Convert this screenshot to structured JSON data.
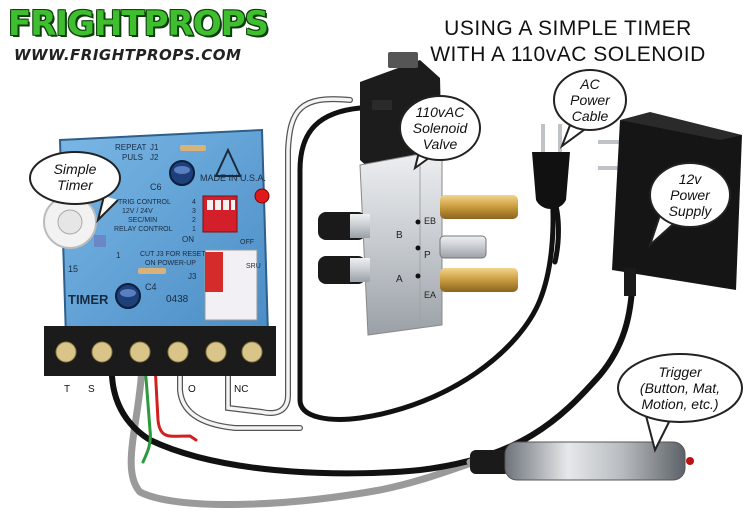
{
  "logo": {
    "brand": "FRIGHTPROPS",
    "url": "WWW.FRIGHTPROPS.COM"
  },
  "title": {
    "line1": "USING A SIMPLE TIMER",
    "line2": "WITH A 110vAC SOLENOID"
  },
  "callouts": {
    "timer": [
      "Simple",
      "Timer"
    ],
    "solenoid": [
      "110vAC",
      "Solenoid",
      "Valve"
    ],
    "ac_cable": [
      "AC",
      "Power",
      "Cable"
    ],
    "power_supply": [
      "12v",
      "Power",
      "Supply"
    ],
    "trigger": [
      "Trigger",
      "(Button, Mat,",
      "Motion, etc.)"
    ]
  },
  "board": {
    "label_timer": "TIMER",
    "made_in": "MADE IN U.S.A.",
    "repeat": "REPEAT",
    "pulls": "PULS",
    "j1": "J1",
    "j2": "J2",
    "j3": "J3",
    "c6": "C6",
    "c4": "C4",
    "r15": "15",
    "num1": "1",
    "trig_control": "TRIG CONTROL",
    "voltage": "12V / 24V",
    "sec_min": "SEC/MIN",
    "relay_control": "RELAY CONTROL",
    "dip_numbers": [
      "4",
      "3",
      "2",
      "1"
    ],
    "on": "ON",
    "off": "OFF",
    "cut_j3": "CUT J3 FOR RESET",
    "on_power_up": "ON POWER-UP",
    "code": "0438",
    "relay_text": "SRU",
    "terminal_t": "T",
    "terminal_s": "S",
    "terminal_o": "O",
    "terminal_nc": "NC"
  },
  "valve": {
    "port_b": "B",
    "port_a": "A",
    "port_p": "P",
    "port_eb": "EB",
    "port_ea": "EA"
  },
  "colors": {
    "logo_green": "#3fbf2f",
    "pcb_blue": "#5aa0d8",
    "valve_silver": "#cfd3d8",
    "brass": "#c9a04a",
    "wire_red": "#d22020",
    "wire_green": "#2a9a3a"
  }
}
